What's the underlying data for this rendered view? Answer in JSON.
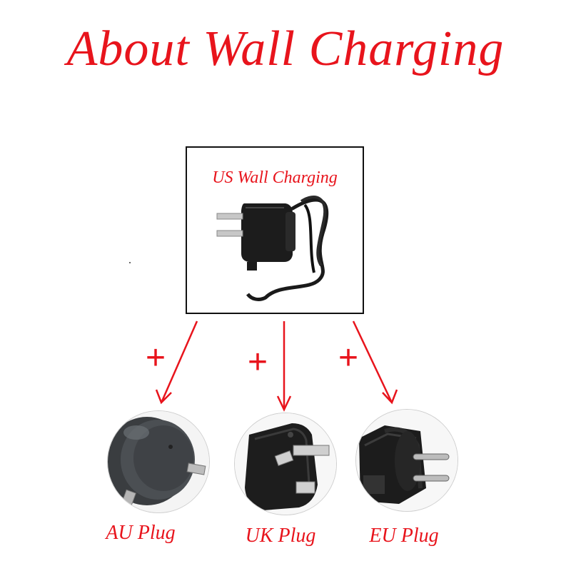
{
  "title": "About Wall Charging",
  "us_charger": {
    "label": "US Wall Charging"
  },
  "plugs": [
    {
      "label": "AU Plug",
      "icon": "au-plug-adapter"
    },
    {
      "label": "UK Plug",
      "icon": "uk-plug-adapter"
    },
    {
      "label": "EU Plug",
      "icon": "eu-plug-adapter"
    }
  ],
  "connector_symbol": "+",
  "colors": {
    "accent": "#e8141c",
    "border": "#111111",
    "device": "#1a1a1a"
  }
}
